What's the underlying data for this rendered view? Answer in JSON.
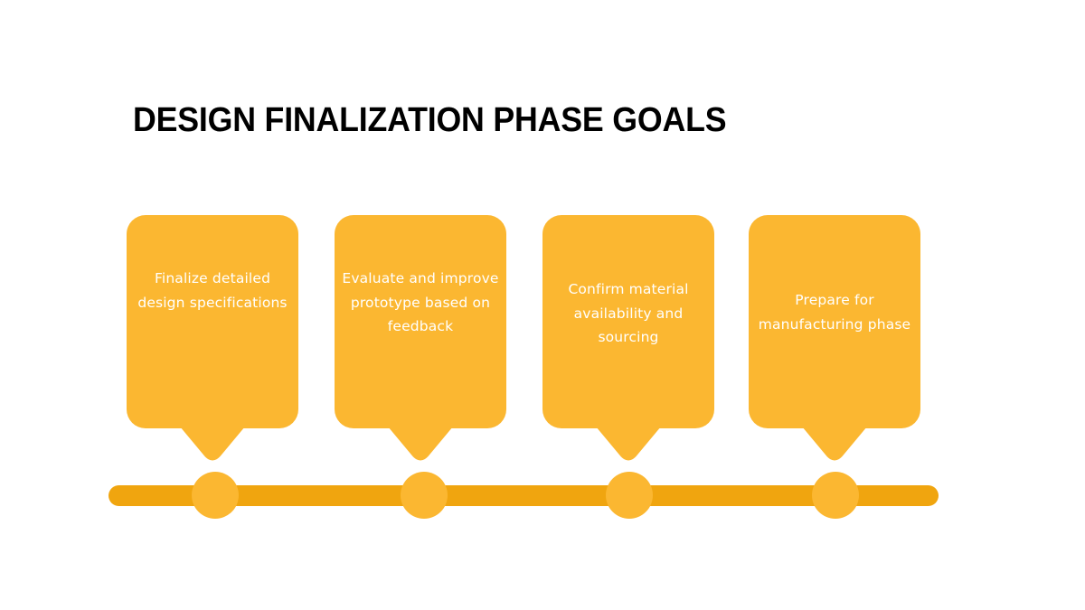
{
  "slide": {
    "title": "DESIGN FINALIZATION PHASE GOALS",
    "background_color": "#FFFFFF",
    "title_color": "#000000"
  },
  "theme": {
    "card_color": "#FBB731",
    "node_color": "#FBB731",
    "bar_color": "#F0A50F",
    "card_text_color": "#FFFFFF"
  },
  "timeline": {
    "type": "horizontal-milestone-timeline",
    "node_count": 4,
    "nodes": [
      {
        "index": 1,
        "label": ""
      },
      {
        "index": 2,
        "label": ""
      },
      {
        "index": 3,
        "label": ""
      },
      {
        "index": 4,
        "label": ""
      }
    ]
  },
  "cards": [
    {
      "index": 1,
      "text": "Finalize detailed design specifications"
    },
    {
      "index": 2,
      "text": "Evaluate and improve prototype based on feedback"
    },
    {
      "index": 3,
      "text": "Confirm material availability and sourcing"
    },
    {
      "index": 4,
      "text": "Prepare for manufacturing phase"
    }
  ]
}
